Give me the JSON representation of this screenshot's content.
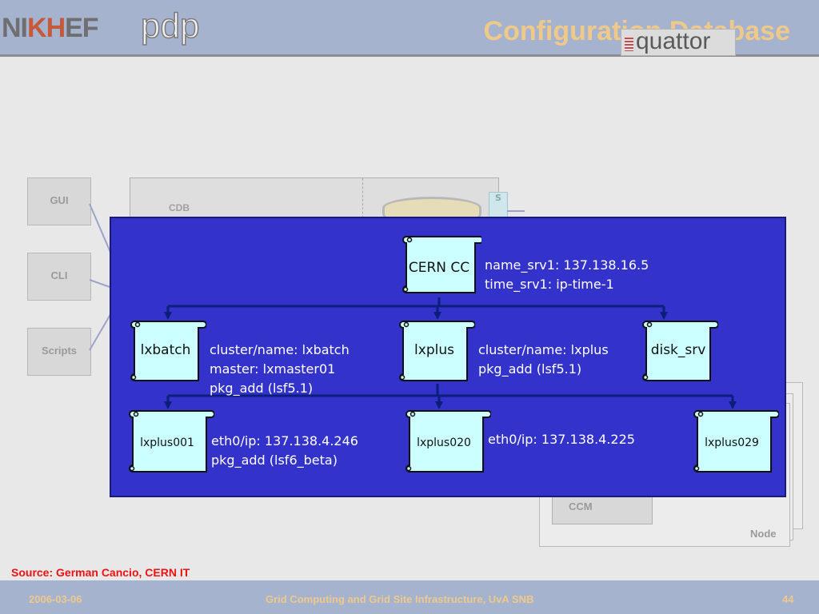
{
  "header": {
    "logo_nikhef": {
      "pre": "NI",
      "k": "K",
      "mid": "",
      "h": "H",
      "post": "EF"
    },
    "logo_pdp": "pdp",
    "title": "Configuration Database",
    "logo_quattor": "quattor"
  },
  "background": {
    "side_boxes": [
      "GUI",
      "CLI",
      "Scripts"
    ],
    "cdb_label": "CDB",
    "s_label": "S",
    "ccm_label": "CCM",
    "node_label": "Node"
  },
  "tree": {
    "root": {
      "label": "CERN CC",
      "attrs": [
        "name_srv1: 137.138.16.5",
        "time_srv1: ip-time-1"
      ]
    },
    "level1": [
      {
        "label": "lxbatch",
        "attrs": [
          "cluster/name: lxbatch",
          "master: lxmaster01",
          "pkg_add (lsf5.1)"
        ]
      },
      {
        "label": "lxplus",
        "attrs": [
          "cluster/name: lxplus",
          "pkg_add (lsf5.1)"
        ]
      },
      {
        "label": "disk_srv",
        "attrs": []
      }
    ],
    "level2": [
      {
        "label": "lxplus001",
        "attrs": [
          "eth0/ip: 137.138.4.246",
          "pkg_add (lsf6_beta)"
        ]
      },
      {
        "label": "lxplus020",
        "attrs": [
          "eth0/ip: 137.138.4.225"
        ]
      },
      {
        "label": "lxplus029",
        "attrs": []
      }
    ]
  },
  "footer": {
    "source": "Source: German Cancio, CERN IT",
    "date": "2006-03-06",
    "center": "Grid Computing and Grid Site Infrastructure, UvA SNB",
    "page": "44"
  },
  "colors": {
    "panel": "#3333cc",
    "scroll_fill": "#ccffff",
    "header_band": "#a5b3cf",
    "title": "#efc98a",
    "source_text": "#ee1111"
  }
}
